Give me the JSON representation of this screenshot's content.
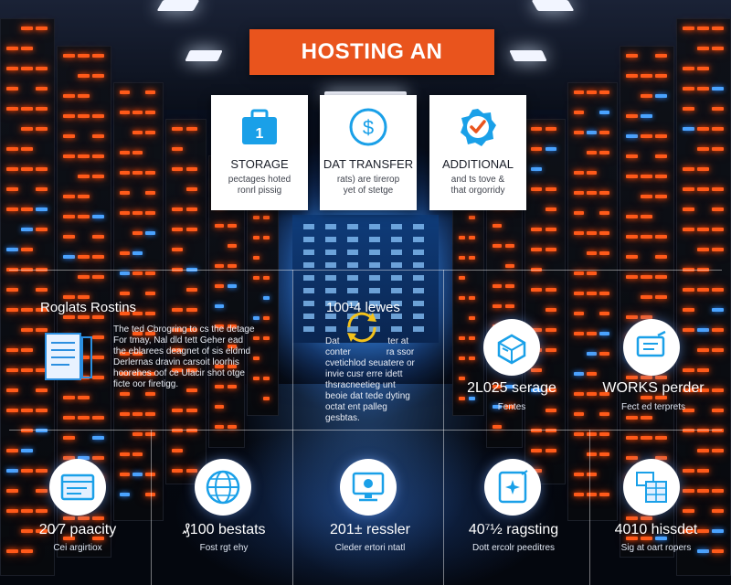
{
  "banner": {
    "title": "HOSTING AN"
  },
  "cards": [
    {
      "icon": "storage-briefcase-icon",
      "title": "STORAGE",
      "desc": "pectages hoted\nronrl pissig"
    },
    {
      "icon": "dollar-icon",
      "title": "DAT TRANSFER",
      "desc": "rats) are tirerop\nyet of stetge"
    },
    {
      "icon": "badge-check-icon",
      "title": "ADDITIONAL",
      "desc": "and ts tove &\nthat orgorridy"
    }
  ],
  "left_panel": {
    "title": "Roglats Rostins",
    "body": "The ted Cbrogring to cs the detage\nFor tmay, Nal dld tett Geher ead\nthe eblarees deagnet of sis eldmd\nDerlernas dravin carsoit loorhis\nhoorehes oof ce Ulacir shot otge\nficte oor firetigg."
  },
  "center_panel": {
    "title": "100¹4 lewes",
    "body": "Dat                   ter at\nconter              ra ssor\ncvetichlod seuatere or\ninvie cusr erre idett\nthsracneetieg unt\nbeoie dat tede dyting\noctat ent palleg\ngesbtas."
  },
  "stats_top": [
    {
      "icon": "server-box-icon",
      "title": "2L025 serage",
      "sub": "Fentes"
    },
    {
      "icon": "monitor-edit-icon",
      "title": "WORKS perder",
      "sub": "Fect ed terprets"
    }
  ],
  "stats_bottom": [
    {
      "icon": "browser-window-icon",
      "title": "20⁄7 paacity",
      "sub": "Cei argirtiox"
    },
    {
      "icon": "globe-icon",
      "title": "₰100 bestats",
      "sub": "Fost rgt ehy"
    },
    {
      "icon": "desktop-monitor-icon",
      "title": "201± ressler",
      "sub": "Cleder ertori ntatl"
    },
    {
      "icon": "tablet-sparkle-icon",
      "title": "40⁷½ ragsting",
      "sub": "Dott ercolr peeditres"
    },
    {
      "icon": "document-grid-icon",
      "title": "4010 hissdet",
      "sub": "Sig at oart ropers"
    }
  ],
  "colors": {
    "banner": "#e9541d",
    "accent": "#1aa0e8",
    "led": "#ff5a1a"
  }
}
